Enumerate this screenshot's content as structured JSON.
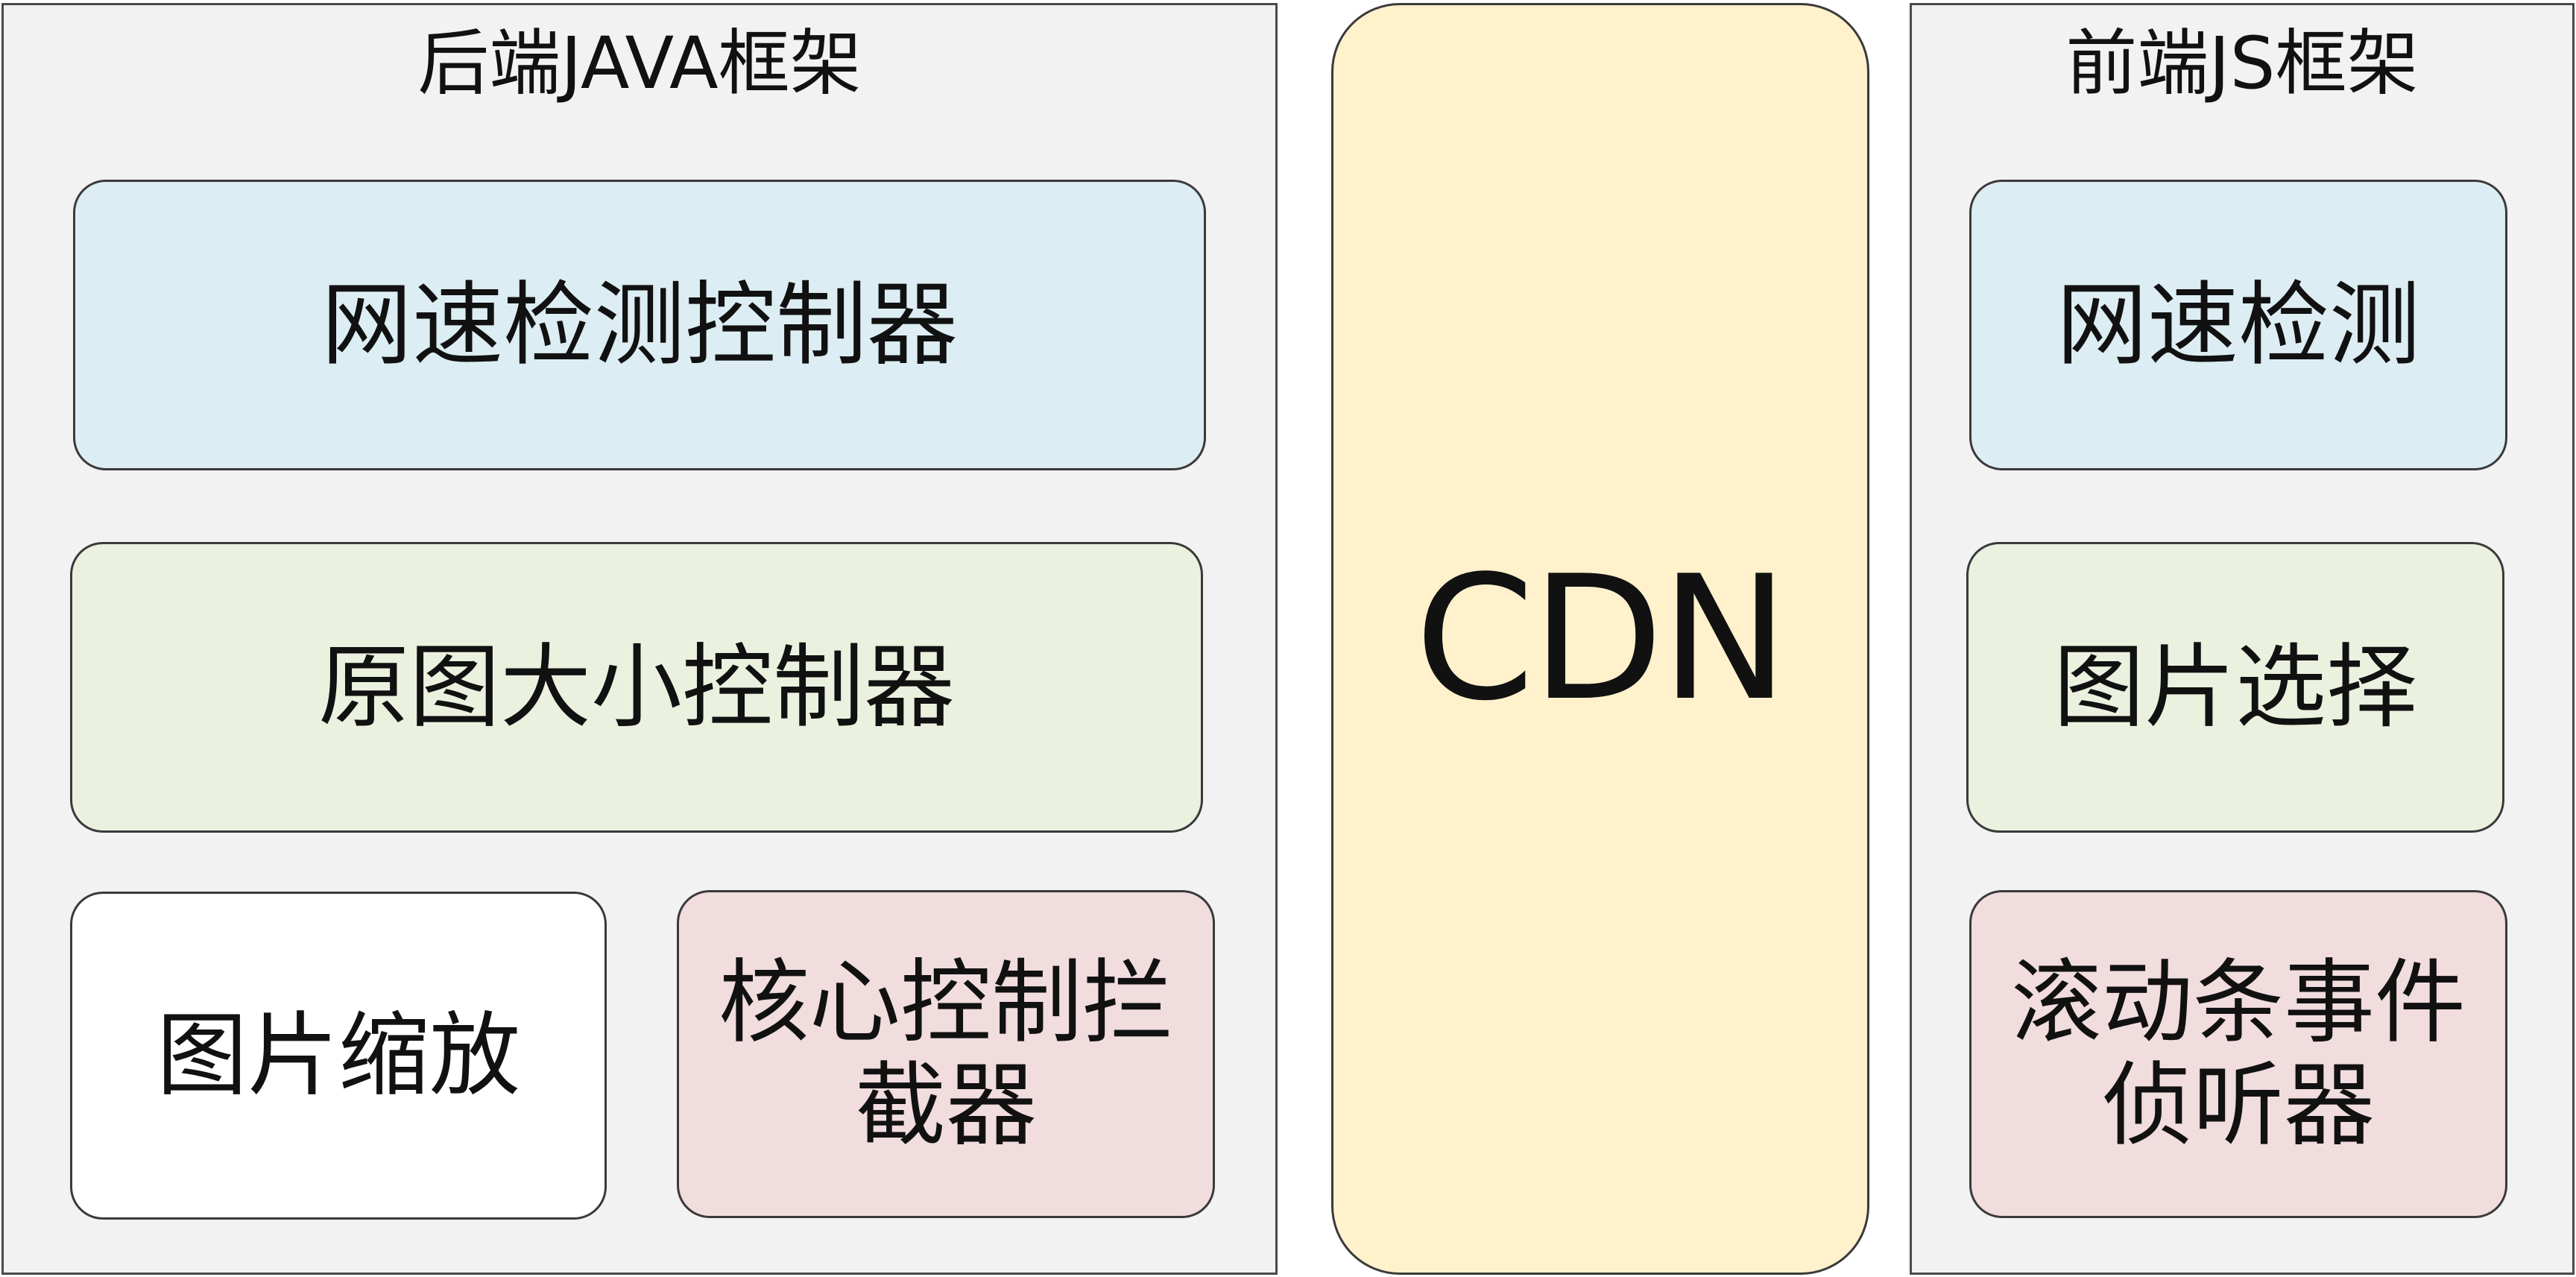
{
  "colors": {
    "panel_bg": "#f2f2f2",
    "blue": "#dcedf3",
    "green": "#ebf1df",
    "white": "#ffffff",
    "pink": "#f1dcde",
    "cdn": "#fff1cc"
  },
  "backend": {
    "title": "后端JAVA框架",
    "speed_controller": "网速检测控制器",
    "original_size_controller": "原图大小控制器",
    "image_zoom": "图片缩放",
    "core_interceptor": "核心控制拦\n截器"
  },
  "cdn": {
    "label": "CDN"
  },
  "frontend": {
    "title": "前端JS框架",
    "speed_detect": "网速检测",
    "image_select": "图片选择",
    "scroll_listener": "滚动条事件\n侦听器"
  }
}
